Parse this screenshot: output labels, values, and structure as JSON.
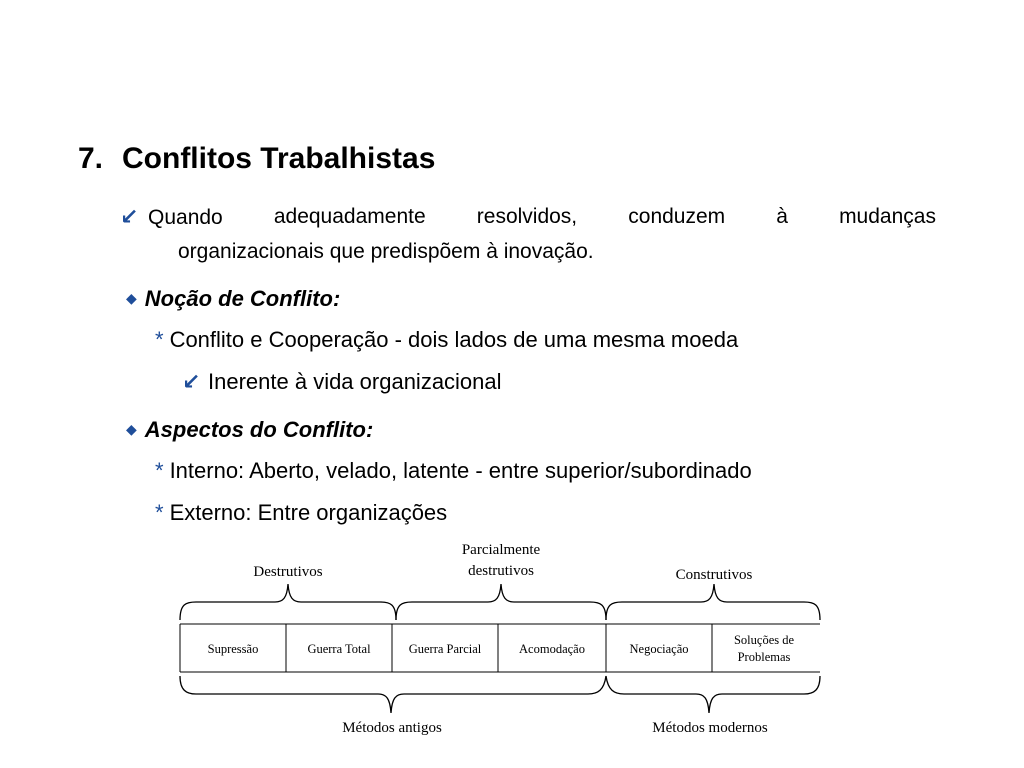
{
  "title": {
    "number": "7.",
    "text": "Conflitos Trabalhistas"
  },
  "intro": {
    "icon": "curved-arrow-icon",
    "words_line1": [
      "Quando",
      "adequadamente",
      "resolvidos,",
      "conduzem",
      "à",
      "mudanças"
    ],
    "line2": "organizacionais que predispõem à inovação."
  },
  "section_nocao": {
    "icon": "diamond-icon",
    "heading": "Noção de Conflito:",
    "item1": {
      "marker": "*",
      "text": "Conflito e Cooperação - dois lados de uma mesma moeda"
    },
    "item2": {
      "icon": "curved-arrow-icon",
      "text": "Inerente à vida organizacional"
    }
  },
  "section_aspectos": {
    "icon": "diamond-icon",
    "heading": "Aspectos do Conflito:",
    "item1": {
      "marker": "*",
      "text": "Interno:  Aberto, velado, latente - entre superior/subordinado"
    },
    "item2": {
      "marker": "*",
      "text": "Externo: Entre organizações"
    }
  },
  "diagram": {
    "top_groups": [
      {
        "label": "Destrutivos"
      },
      {
        "label_line1": "Parcialmente",
        "label_line2": "destrutivos"
      },
      {
        "label": "Construtivos"
      }
    ],
    "cells": [
      {
        "label": "Supressão"
      },
      {
        "label": "Guerra Total"
      },
      {
        "label": "Guerra Parcial"
      },
      {
        "label": "Acomodação"
      },
      {
        "label": "Negociação"
      },
      {
        "label_line1": "Soluções de",
        "label_line2": "Problemas"
      }
    ],
    "bottom_groups": [
      {
        "label": "Métodos antigos"
      },
      {
        "label": "Métodos modernos"
      }
    ],
    "colors": {
      "line": "#000000",
      "text": "#000000"
    }
  },
  "colors": {
    "accent": "#1f4e9a",
    "text": "#000000",
    "background": "#ffffff"
  }
}
